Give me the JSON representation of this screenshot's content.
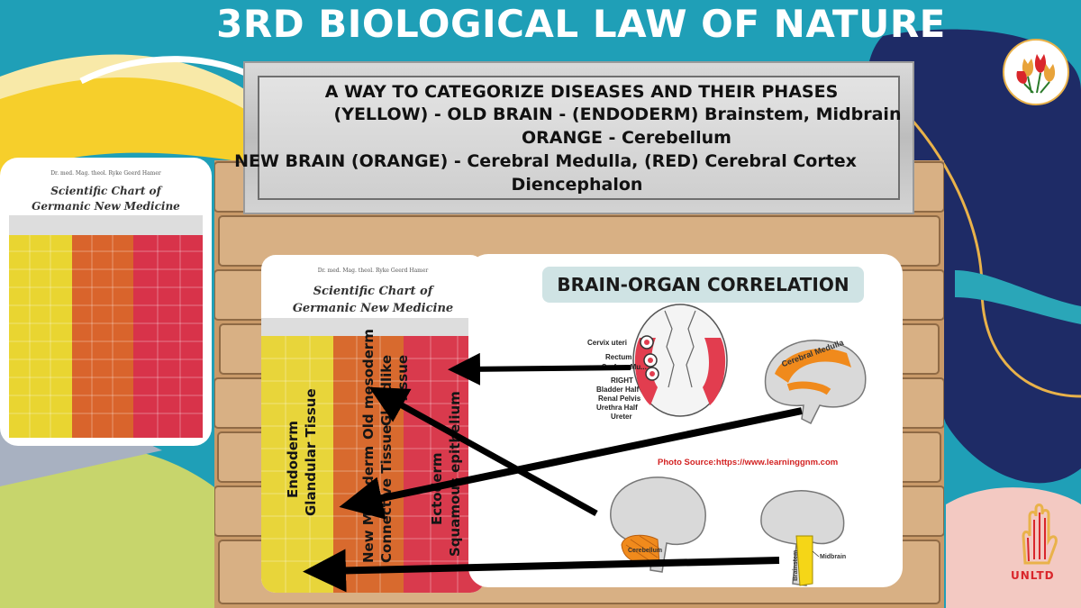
{
  "title": "3RD BIOLOGICAL LAW OF NATURE",
  "plaque": {
    "line1": "A WAY TO CATEGORIZE DISEASES AND THEIR PHASES",
    "line2": "(YELLOW) - OLD BRAIN - (ENDODERM) Brainstem, Midbrain",
    "line3": "ORANGE - Cerebellum",
    "line4": "NEW BRAIN (ORANGE) - Cerebral Medulla, (RED) Cerebral Cortex",
    "line5": "Diencephalon"
  },
  "chart": {
    "author": "Dr. med. Mag. theol. Ryke Geerd Hamer",
    "title_line1": "Scientific Chart of",
    "title_line2": "Germanic New Medicine"
  },
  "chart_columns": {
    "endoderm_line1": "Endoderm",
    "endoderm_line2": "Glandular Tissue",
    "old_meso_line1": "Old mesoderm",
    "old_meso_line2": "Glandlike",
    "old_meso_line3": "Tissue",
    "new_meso_line1": "New Mesoderm",
    "new_meso_line2": "Connective Tissue",
    "ecto_line1": "Ectoderm",
    "ecto_line2": "Squamous epithelium"
  },
  "brain_panel": {
    "heading": "BRAIN-ORGAN CORRELATION",
    "labels": {
      "cervix": "Cervix uteri",
      "rectum": "Rectum",
      "surface": "Surface Mu...",
      "right": "RIGHT",
      "bladder": "Bladder Half",
      "renal": "Renal Pelvis",
      "urethra": "Urethra Half",
      "ureter": "Ureter",
      "cerebral_medulla": "Cerebral Medulla",
      "cerebellum": "Cerebellum",
      "brainstem": "Brainstem",
      "midbrain": "Midbrain"
    },
    "photo_source": "Photo Source:https://www.learninggnm.com"
  },
  "branding": {
    "logo_text": "UNLTD"
  },
  "colors": {
    "teal": "#1f9fb7",
    "navy": "#1d2a63",
    "yellow": "#f6d632",
    "orange": "#e8792c",
    "red": "#e23d4f",
    "wood": "#c9a173"
  }
}
